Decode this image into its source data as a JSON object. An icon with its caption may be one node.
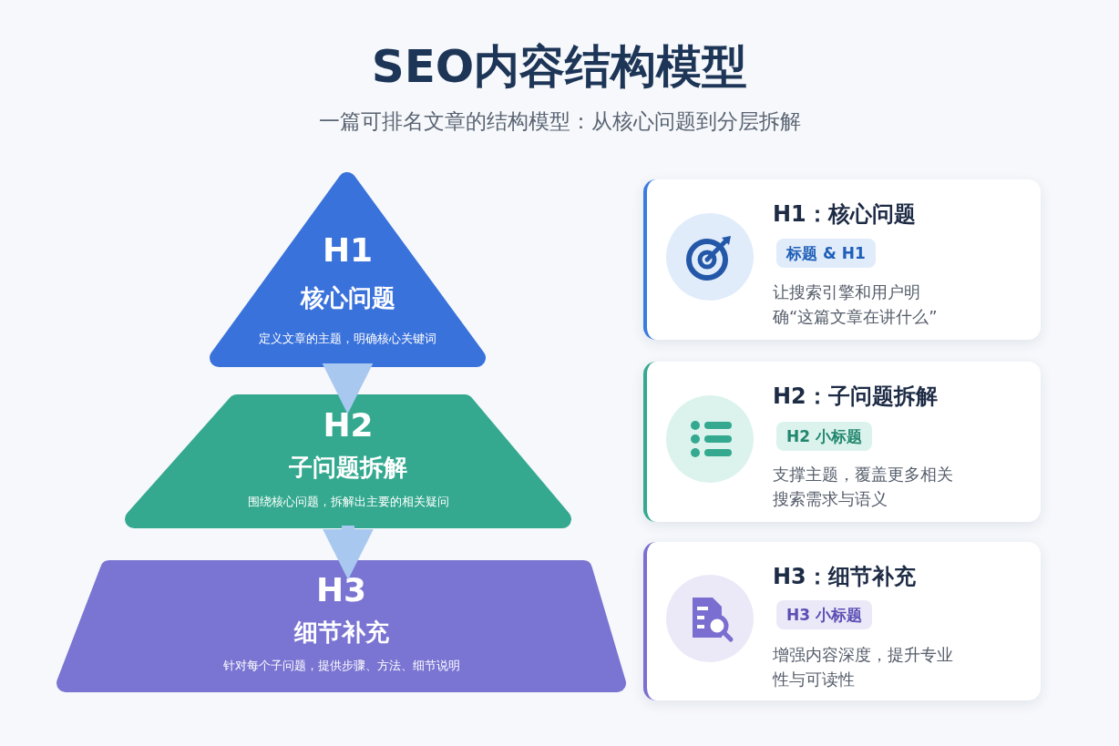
{
  "diagram": {
    "title": "SEO内容结构模型",
    "caption": "一篇可排名文章的结构模型：从核心问题到分层拆解",
    "nodes": [
      {
        "text": [
          "H1",
          "核心问题",
          "定义文章的主题，明确核心关键词"
        ]
      },
      {
        "text": [
          "H2",
          "子问题拆解",
          "围绕核心问题，拆解出主要的相关疑问"
        ]
      },
      {
        "text": [
          "H3",
          "细节补充",
          "针对每个子问题，提供步骤、方法、细节说明"
        ]
      },
      {
        "text": [
          "H1：核心问题",
          "让搜索引擎和用户明确“这篇文章在讲什么”"
        ]
      },
      {
        "text": [
          "标题 & H1"
        ],
        "in": 3
      },
      {
        "text": [
          "H2：子问题拆解",
          "支撑主题，覆盖更多相关搜索需求与语义"
        ]
      },
      {
        "text": [
          "H2 小标题"
        ],
        "in": 5
      },
      {
        "text": [
          "H3：细节补充",
          "增强内容深度，提升专业性与可读性"
        ]
      },
      {
        "text": [
          "H3 小标题"
        ],
        "in": 7
      }
    ],
    "edges": [
      {
        "from": 0,
        "to": 1,
        "arrow": "to"
      },
      {
        "from": 1,
        "to": 2,
        "arrow": "to"
      }
    ]
  }
}
